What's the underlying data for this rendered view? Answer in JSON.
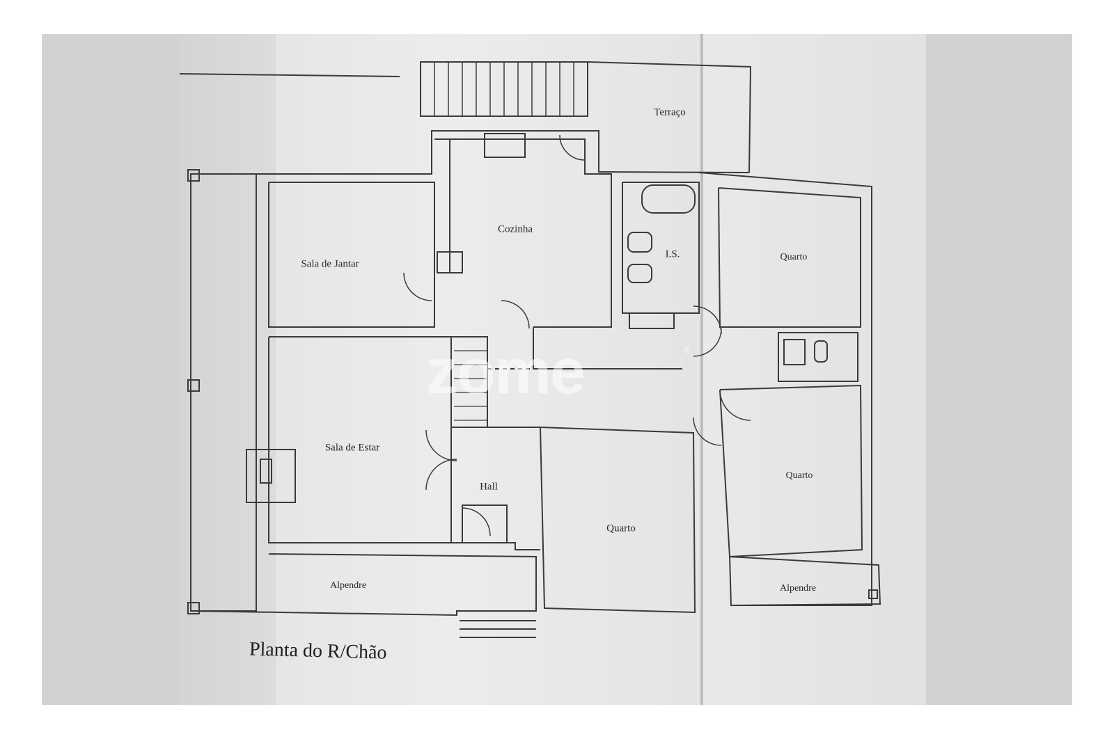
{
  "plan": {
    "title": "Planta do R/Chão",
    "rooms": {
      "terraco": "Terraço",
      "cozinha": "Cozinha",
      "sala_jantar": "Sala de Jantar",
      "instalacao_sanitaria": "I.S.",
      "quarto_top_right": "Quarto",
      "sala_estar": "Sala de Estar",
      "hall": "Hall",
      "quarto_center": "Quarto",
      "quarto_bottom_right": "Quarto",
      "alpendre_left": "Alpendre",
      "alpendre_right": "Alpendre"
    }
  },
  "watermark": {
    "text": "zome",
    "mark": "®"
  }
}
